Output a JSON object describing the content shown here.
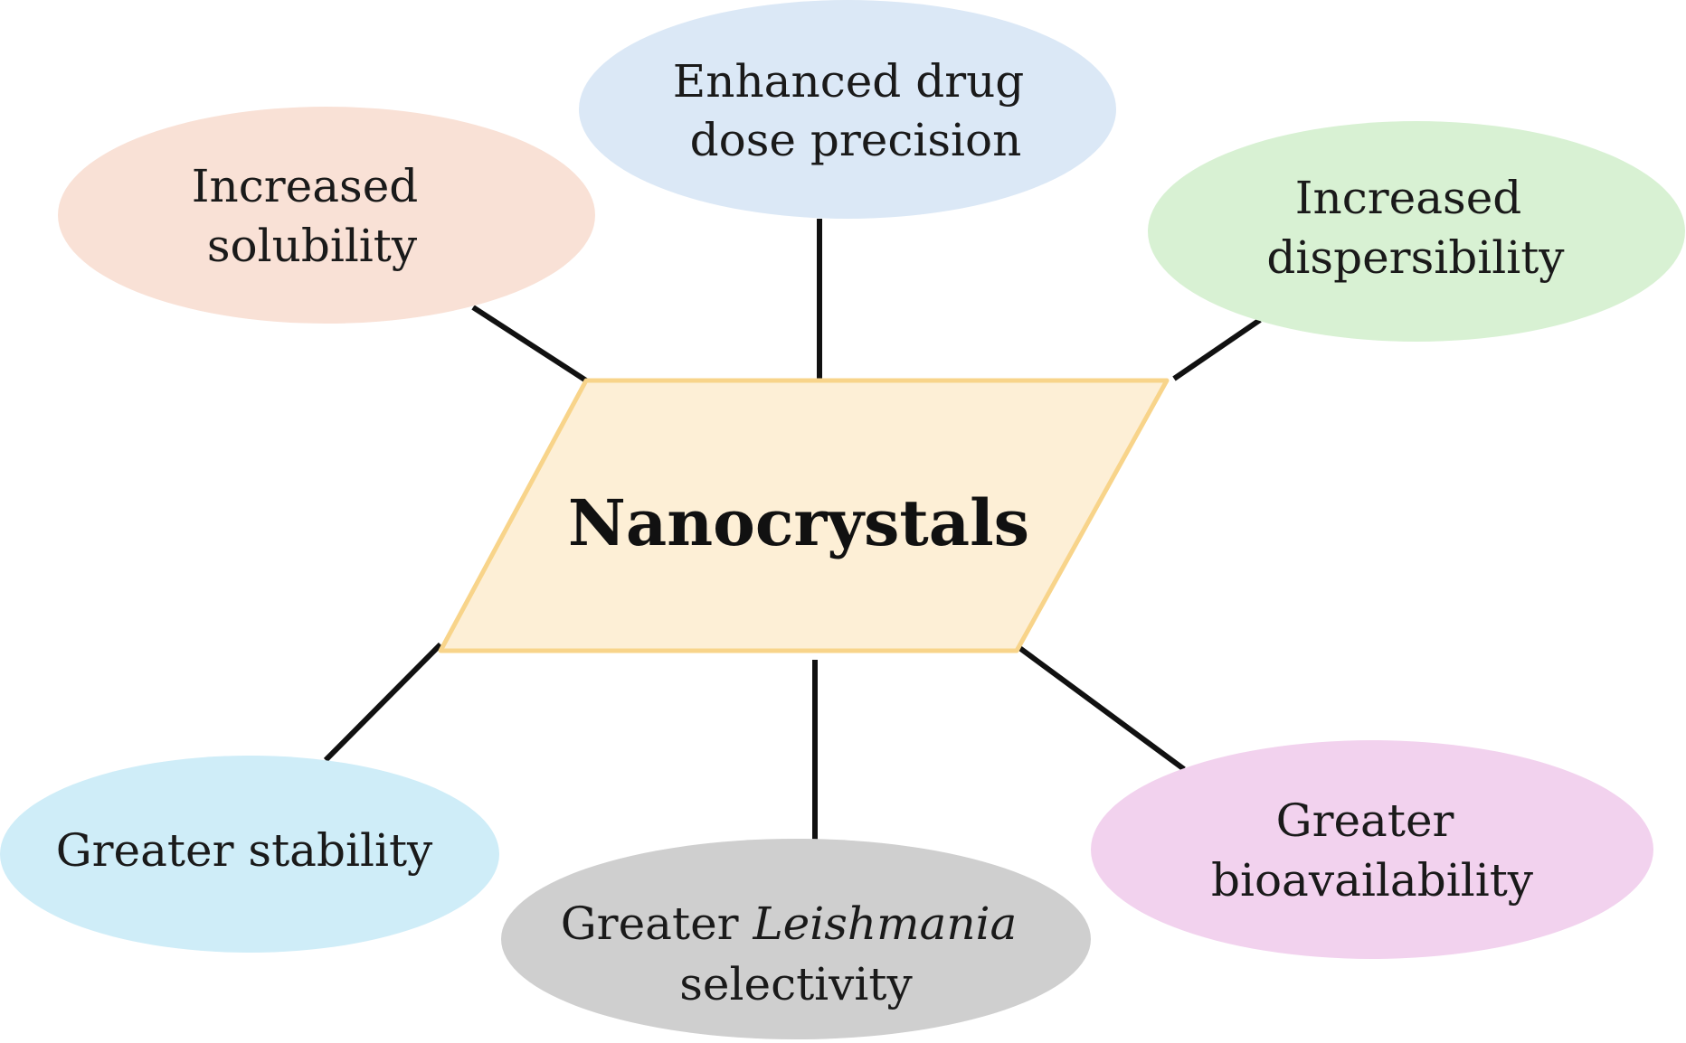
{
  "center": {
    "label": "Nanocrystals",
    "fill": "#fdefd6",
    "stroke": "#f8d48a"
  },
  "nodes": {
    "enhanced_dose_precision": {
      "line1": "Enhanced drug",
      "line2": "dose precision",
      "fill": "#dbe8f6"
    },
    "increased_solubility": {
      "line1": "Increased",
      "line2": "solubility",
      "fill": "#f9e1d6"
    },
    "increased_dispersibility": {
      "line1": "Increased",
      "line2": "dispersibility",
      "fill": "#d8f1d3"
    },
    "greater_stability": {
      "line1": "Greater stability",
      "fill": "#cfedf8"
    },
    "greater_leishmania_selectivity": {
      "line1_prefix": "Greater ",
      "line1_italic": "Leishmania",
      "line2": "selectivity",
      "fill": "#cfcfcf"
    },
    "greater_bioavailability": {
      "line1": "Greater",
      "line2": "bioavailability",
      "fill": "#f2d2ee"
    }
  }
}
